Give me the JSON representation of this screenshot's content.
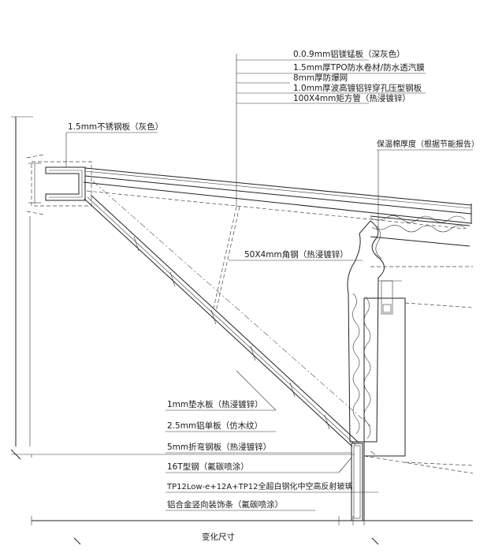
{
  "roof_layers": {
    "panel": "0.0.9mm铝镁锰板（深灰色）",
    "membrane": "1.5mm厚TPO防水卷材/防水透汽膜",
    "mesh": "8mm厚防爆网",
    "perforated_deck": "1.0mm厚波高镀铝锌穿孔压型钢板",
    "square_tube": "100X4mm矩方管（热浸镀锌）"
  },
  "gutter_label": "1.5mm不锈钢板（灰色）",
  "insulation_label": "保温棉厚度（根据节能报告）",
  "angle_steel_label": "50X4mm角钢（热浸镀锌）",
  "soffit_layers": {
    "backing_board": "1mm垫水板（热浸镀锌）",
    "aluminum_panel": "2.5mm铝单板（仿木纹）",
    "bent_steel": "5mm折弯钢板（热浸镀锌）",
    "t_steel": "16T型钢（氟碳喷涂）"
  },
  "glass_label": "TP12Low-e+12A+TP12全超白钢化中空高反射玻璃",
  "mullion_label": "铝合金竖向装饰条（氟碳喷涂）",
  "dimension_label": "变化尺寸"
}
